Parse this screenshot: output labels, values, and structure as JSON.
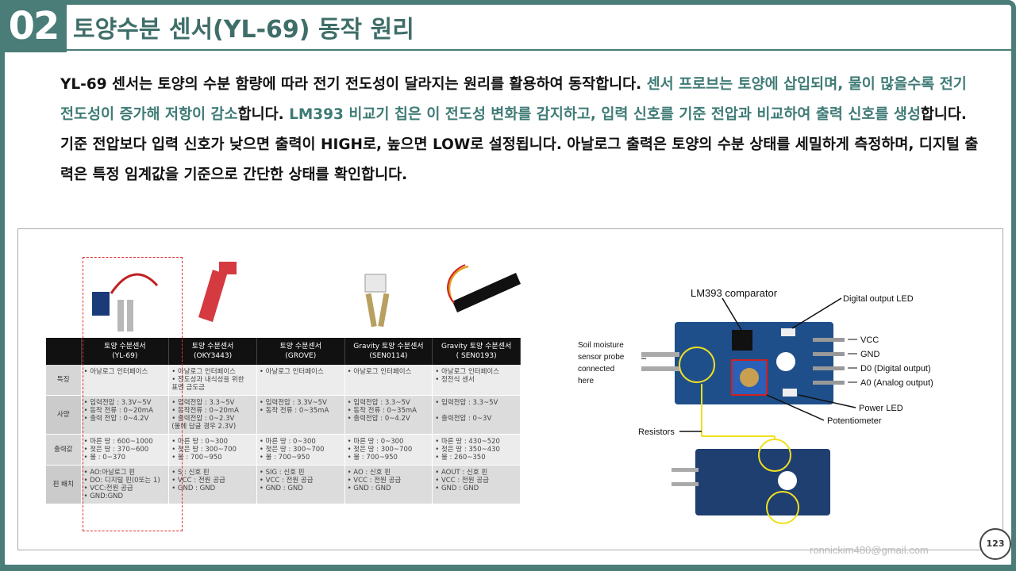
{
  "header": {
    "number": "02",
    "title": "토양수분 센서(YL-69) 동작 원리"
  },
  "intro": {
    "p1": "YL-69 센서는 토양의 수분 함량에 따라 전기 전도성이 달라지는 원리를 활용하여 동작합니다. ",
    "p2": "센서 프로브는 토양에 삽입되며, 물이 많을수록 전기 전도성이 증가해 저항이 감소",
    "p3": "합니다. ",
    "p4": "LM393 비교기 칩은 이 전도성 변화를 감지하고, 입력 신호를 기준 전압과 비교하여 출력 신호를 생성",
    "p5": "합니다. 기준 전압보다 입력 신호가 낮으면 출력이 HIGH로, 높으면 LOW로 설정됩니다. 아날로그 출력은 토양의 수분 상태를 세밀하게 측정하며, 디지털 출력은 특정 임계값을 기준으로 간단한 상태를 확인합니다."
  },
  "table": {
    "headers": [
      "",
      "토양 수분센서\n(YL-69)",
      "토양 수분센서\n(OKY3443)",
      "토양 수분센서\n(GROVE)",
      "Gravity 토양 수분센서\n(SEN0114)",
      "Gravity 토양 수분센서\n( SEN0193)"
    ],
    "rows": [
      {
        "label": "특징",
        "cells": [
          [
            "• 아날로그 인터페이스"
          ],
          [
            "• 아날로그 인터페이스",
            "• 전도성과 내식성을 위한",
            "  표면 금도금"
          ],
          [
            "• 아날로그 인터페이스"
          ],
          [
            "• 아날로그 인터페이스"
          ],
          [
            "• 아날로그 인터페이스",
            "• 정전식 센서"
          ]
        ]
      },
      {
        "label": "사양",
        "cells": [
          [
            "• 입력전압 : 3.3V~5V",
            "• 동작 전류 : 0~20mA",
            "• 출력 전압 : 0~4.2V"
          ],
          [
            "• 입력전압 : 3.3~5V",
            "• 동작전류 : 0~20mA",
            "• 출력전압 : 0~2.3V",
            "  (물에 담글 경우 2.3V)"
          ],
          [
            "• 입력전압 : 3.3V~5V",
            "• 동작 전류 : 0~35mA"
          ],
          [
            "• 입력전압 : 3.3~5V",
            "• 동작 전류 : 0~35mA",
            "• 출력전압 : 0~4.2V"
          ],
          [
            "• 입력전압 : 3.3~5V",
            "",
            "• 출력전압 : 0~3V"
          ]
        ]
      },
      {
        "label": "출력값",
        "cells": [
          [
            "• 마른 땅 : 600~1000",
            "• 젖은 땅 : 370~600",
            "• 물 : 0~370"
          ],
          [
            "• 마른 땅 : 0~300",
            "• 젖은 땅 : 300~700",
            "• 물 : 700~950"
          ],
          [
            "• 마른 땅 : 0~300",
            "• 젖은 땅 : 300~700",
            "• 물 : 700~950"
          ],
          [
            "• 마른 땅 : 0~300",
            "• 젖은 땅 : 300~700",
            "• 물 : 700~950"
          ],
          [
            "• 마른 땅 : 430~520",
            "• 젖은 땅 : 350~430",
            "• 물 : 260~350"
          ]
        ]
      },
      {
        "label": "핀 배치",
        "cells": [
          [
            "• AO:아날로그 핀",
            "• DO: 디지털 핀(0또는 1)",
            "• VCC:전원 공급",
            "• GND:GND"
          ],
          [
            "• S : 신호 핀",
            "• VCC : 전원 공급",
            "• GND : GND"
          ],
          [
            "• SIG : 신호 핀",
            "• VCC : 전원 공급",
            "• GND : GND"
          ],
          [
            "• AO : 신호 핀",
            "• VCC : 전원 공급",
            "• GND : GND"
          ],
          [
            "• AOUT : 신호 핀",
            "• VCC : 전원 공급",
            "• GND : GND"
          ]
        ]
      }
    ]
  },
  "diagram": {
    "labels": {
      "comparator": "LM393 comparator",
      "digital_led": "Digital output LED",
      "probe_1": "Soil moisture",
      "probe_2": "sensor probe",
      "probe_3": "connected",
      "probe_4": "here",
      "vcc": "VCC",
      "gnd": "GND",
      "d0": "D0 (Digital output)",
      "a0": "A0 (Analog output)",
      "power_led": "Power LED",
      "potentiometer": "Potentiometer",
      "resistors": "Resistors"
    },
    "colors": {
      "board": "#1f4f8a",
      "highlight": "#f0e020",
      "box": "#d02020"
    }
  },
  "footer": {
    "email": "ronnickim480@gmail.com",
    "logo": "123"
  },
  "colors": {
    "accent": "#4a7c78",
    "highlight_text": "#3f7b76"
  }
}
